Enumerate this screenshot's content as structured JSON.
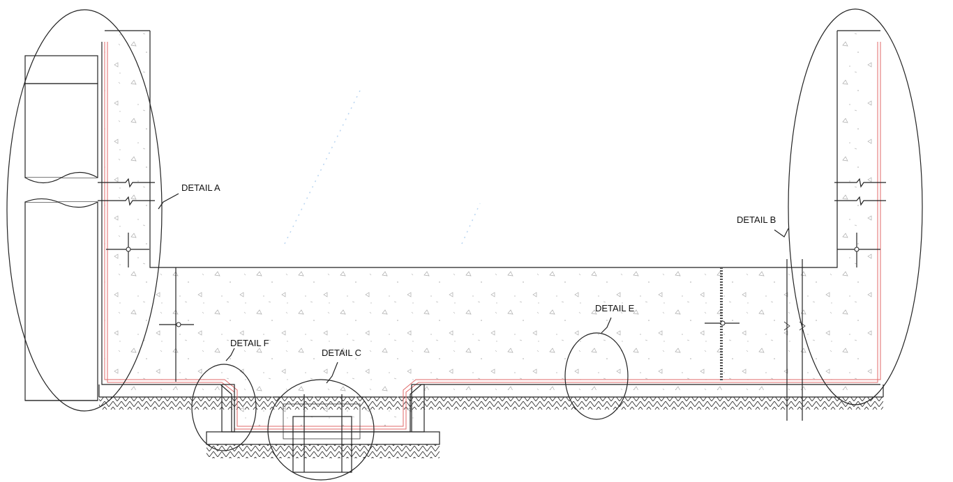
{
  "callouts": {
    "a": "DETAIL A",
    "b": "DETAIL B",
    "c": "DETAIL C",
    "e": "DETAIL E",
    "f": "DETAIL F"
  },
  "colors": {
    "line": "#222222",
    "membrane": "#e06a6a",
    "drain_fill": "#8fdc7a",
    "hatch": "#333333",
    "stipple": "#b9b9b9",
    "background": "#ffffff"
  }
}
